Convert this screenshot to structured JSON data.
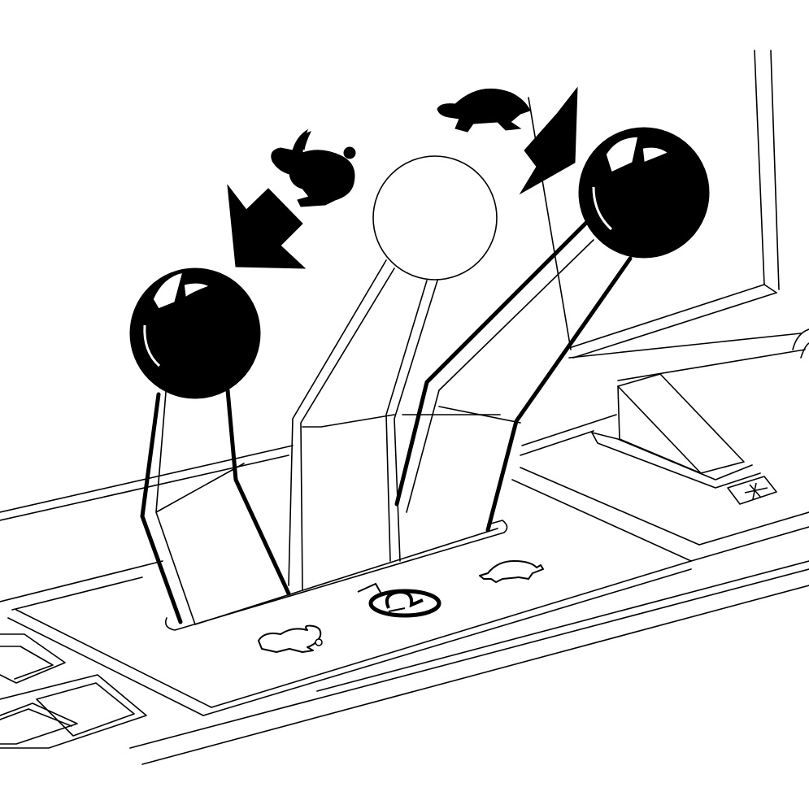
{
  "figure": {
    "levers": [
      {
        "id": "left",
        "state": "fast-position",
        "knob": "solid-black"
      },
      {
        "id": "center",
        "state": "neutral",
        "knob": "hollow-outline"
      },
      {
        "id": "right",
        "state": "slow-position",
        "knob": "solid-black"
      }
    ],
    "icons": {
      "direction_fast": "rabbit-icon",
      "direction_slow": "turtle-icon",
      "arrow_fast": "arrow-down-left-icon",
      "arrow_slow": "arrow-down-right-icon",
      "plate_fast": "rabbit-outline-icon",
      "plate_neutral": "neutral-symbol-icon",
      "plate_slow": "turtle-outline-icon",
      "right_console": "snowflake-icon"
    },
    "colors": {
      "ink": "#000000",
      "paper": "#ffffff"
    }
  }
}
